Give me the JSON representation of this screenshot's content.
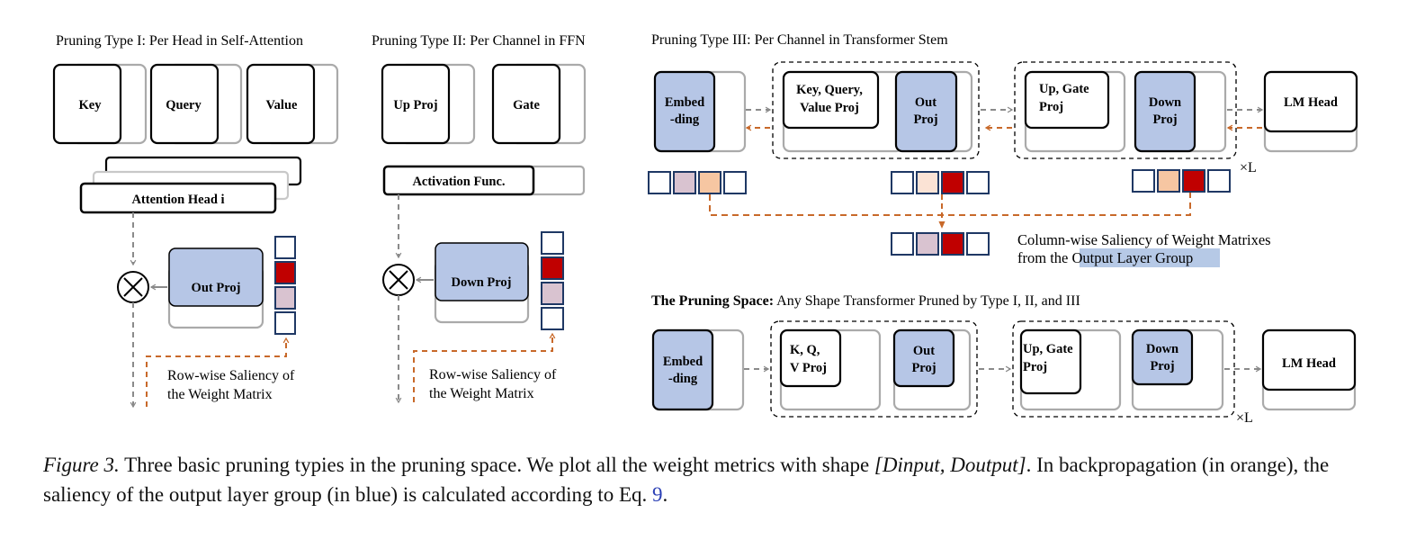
{
  "type_one": {
    "title": "Pruning Type I: Per Head in Self-Attention",
    "key": "Key",
    "query": "Query",
    "value": "Value",
    "attention_head": "Attention Head i",
    "out_proj": "Out Proj",
    "saliency_line1": "Row-wise Saliency of",
    "saliency_line2": "the Weight Matrix"
  },
  "type_two": {
    "title": "Pruning Type II: Per Channel in FFN",
    "up_proj": "Up Proj",
    "gate": "Gate",
    "activation": "Activation Func.",
    "down_proj": "Down Proj",
    "saliency_line1": "Row-wise Saliency of",
    "saliency_line2": "the Weight Matrix"
  },
  "type_three": {
    "title": "Pruning Type III: Per Channel in Transformer Stem",
    "embed_line1": "Embed",
    "embed_line2": "-ding",
    "kqv_line1": "Key, Query,",
    "kqv_line2": "Value Proj",
    "out_line1": "Out",
    "out_line2": "Proj",
    "upgate_line1": "Up, Gate",
    "upgate_line2": "Proj",
    "down_line1": "Down",
    "down_line2": "Proj",
    "lm_head": "LM Head",
    "repeat": "×L",
    "col_saliency_line1": "Column-wise Saliency of Weight Matrixes",
    "col_saliency_prefix": "from the ",
    "col_saliency_highlight": "Output Layer Group"
  },
  "pruning_space": {
    "title_bold": "The Pruning Space:",
    "title_rest": " Any Shape Transformer Pruned by  Type I, II, and III",
    "embed_line1": "Embed",
    "embed_line2": "-ding",
    "kqv_line1": "K, Q,",
    "kqv_line2": "V Proj",
    "out_line1": "Out",
    "out_line2": "Proj",
    "upgate_line1": "Up, Gate",
    "upgate_line2": "Proj",
    "down_line1": "Down",
    "down_line2": "Proj",
    "lm_head": "LM Head",
    "repeat": "×L"
  },
  "caption": {
    "label": "Figure 3.",
    "text_a": "  Three basic pruning typies in the pruning space. We plot all the weight metrics with shape ",
    "math": "[Dinput, Doutput]",
    "text_b": ". In backpropagation (in orange), the saliency of the output layer group (in blue) is calculated according to Eq. ",
    "eq_ref": "9",
    "text_c": "."
  },
  "colors": {
    "output_group_blue": "#b6c6e6",
    "backprop_orange": "#c8692a",
    "forward_gray": "#8a8a8a",
    "saliency_red": "#c00000",
    "saliency_mauve": "#d9c3d0",
    "saliency_peach": "#f6c6a2",
    "saliency_light": "#fbe3d5",
    "cell_border": "#1f3864",
    "highlight_bg": "#b6c9e6"
  }
}
